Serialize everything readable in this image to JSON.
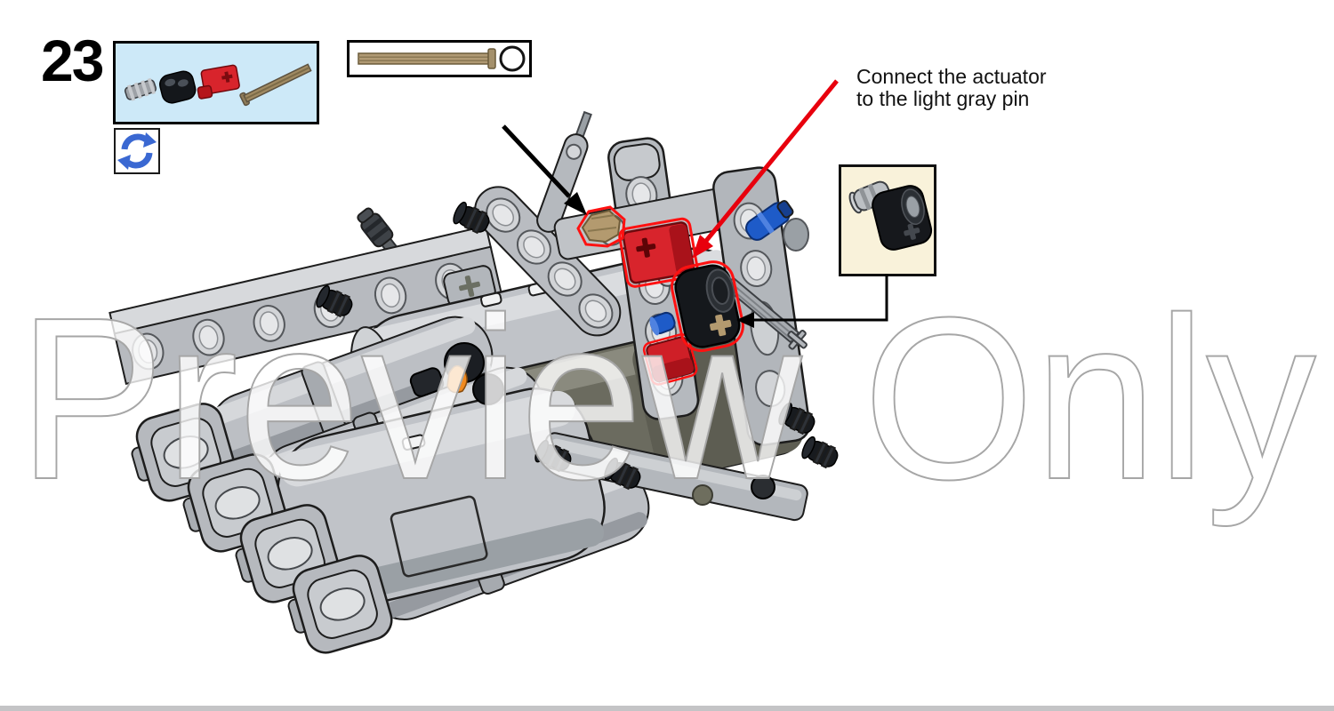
{
  "page": {
    "watermark": "Preview Only",
    "background_color": "#ffffff",
    "bottom_bar_color": "#c4c4c6"
  },
  "step": {
    "number": "23"
  },
  "annotation": {
    "line1": "Connect the actuator",
    "line2": "to the light gray pin",
    "arrow_color": "#e8000d"
  },
  "parts_panel": {
    "background_color": "#cde9f8",
    "parts": [
      {
        "name": "light-gray-ridged-axle-connector"
      },
      {
        "name": "black-2l-pin-connector"
      },
      {
        "name": "red-axle-pin-connector"
      },
      {
        "name": "dark-tan-long-axle-with-stop"
      }
    ]
  },
  "rotate_symbol": {
    "name": "rotate-model-icon",
    "color": "#3a68d2"
  },
  "scale_reference": {
    "name": "actual-size-axle-gauge",
    "axle_color": "#b09a74"
  },
  "callout": {
    "background_color": "#f9f2da",
    "part": "black-actuator-pin-connector"
  },
  "model": {
    "highlight_color": "#ff1111",
    "highlighted_parts": [
      "dark-tan-axle-end",
      "red-axle-connector-block",
      "black-actuator-connector"
    ],
    "accent_colors": {
      "blue_pin": "#1e5bc8",
      "orange_piece": "#f18a1f",
      "red_part": "#d8242c"
    }
  }
}
